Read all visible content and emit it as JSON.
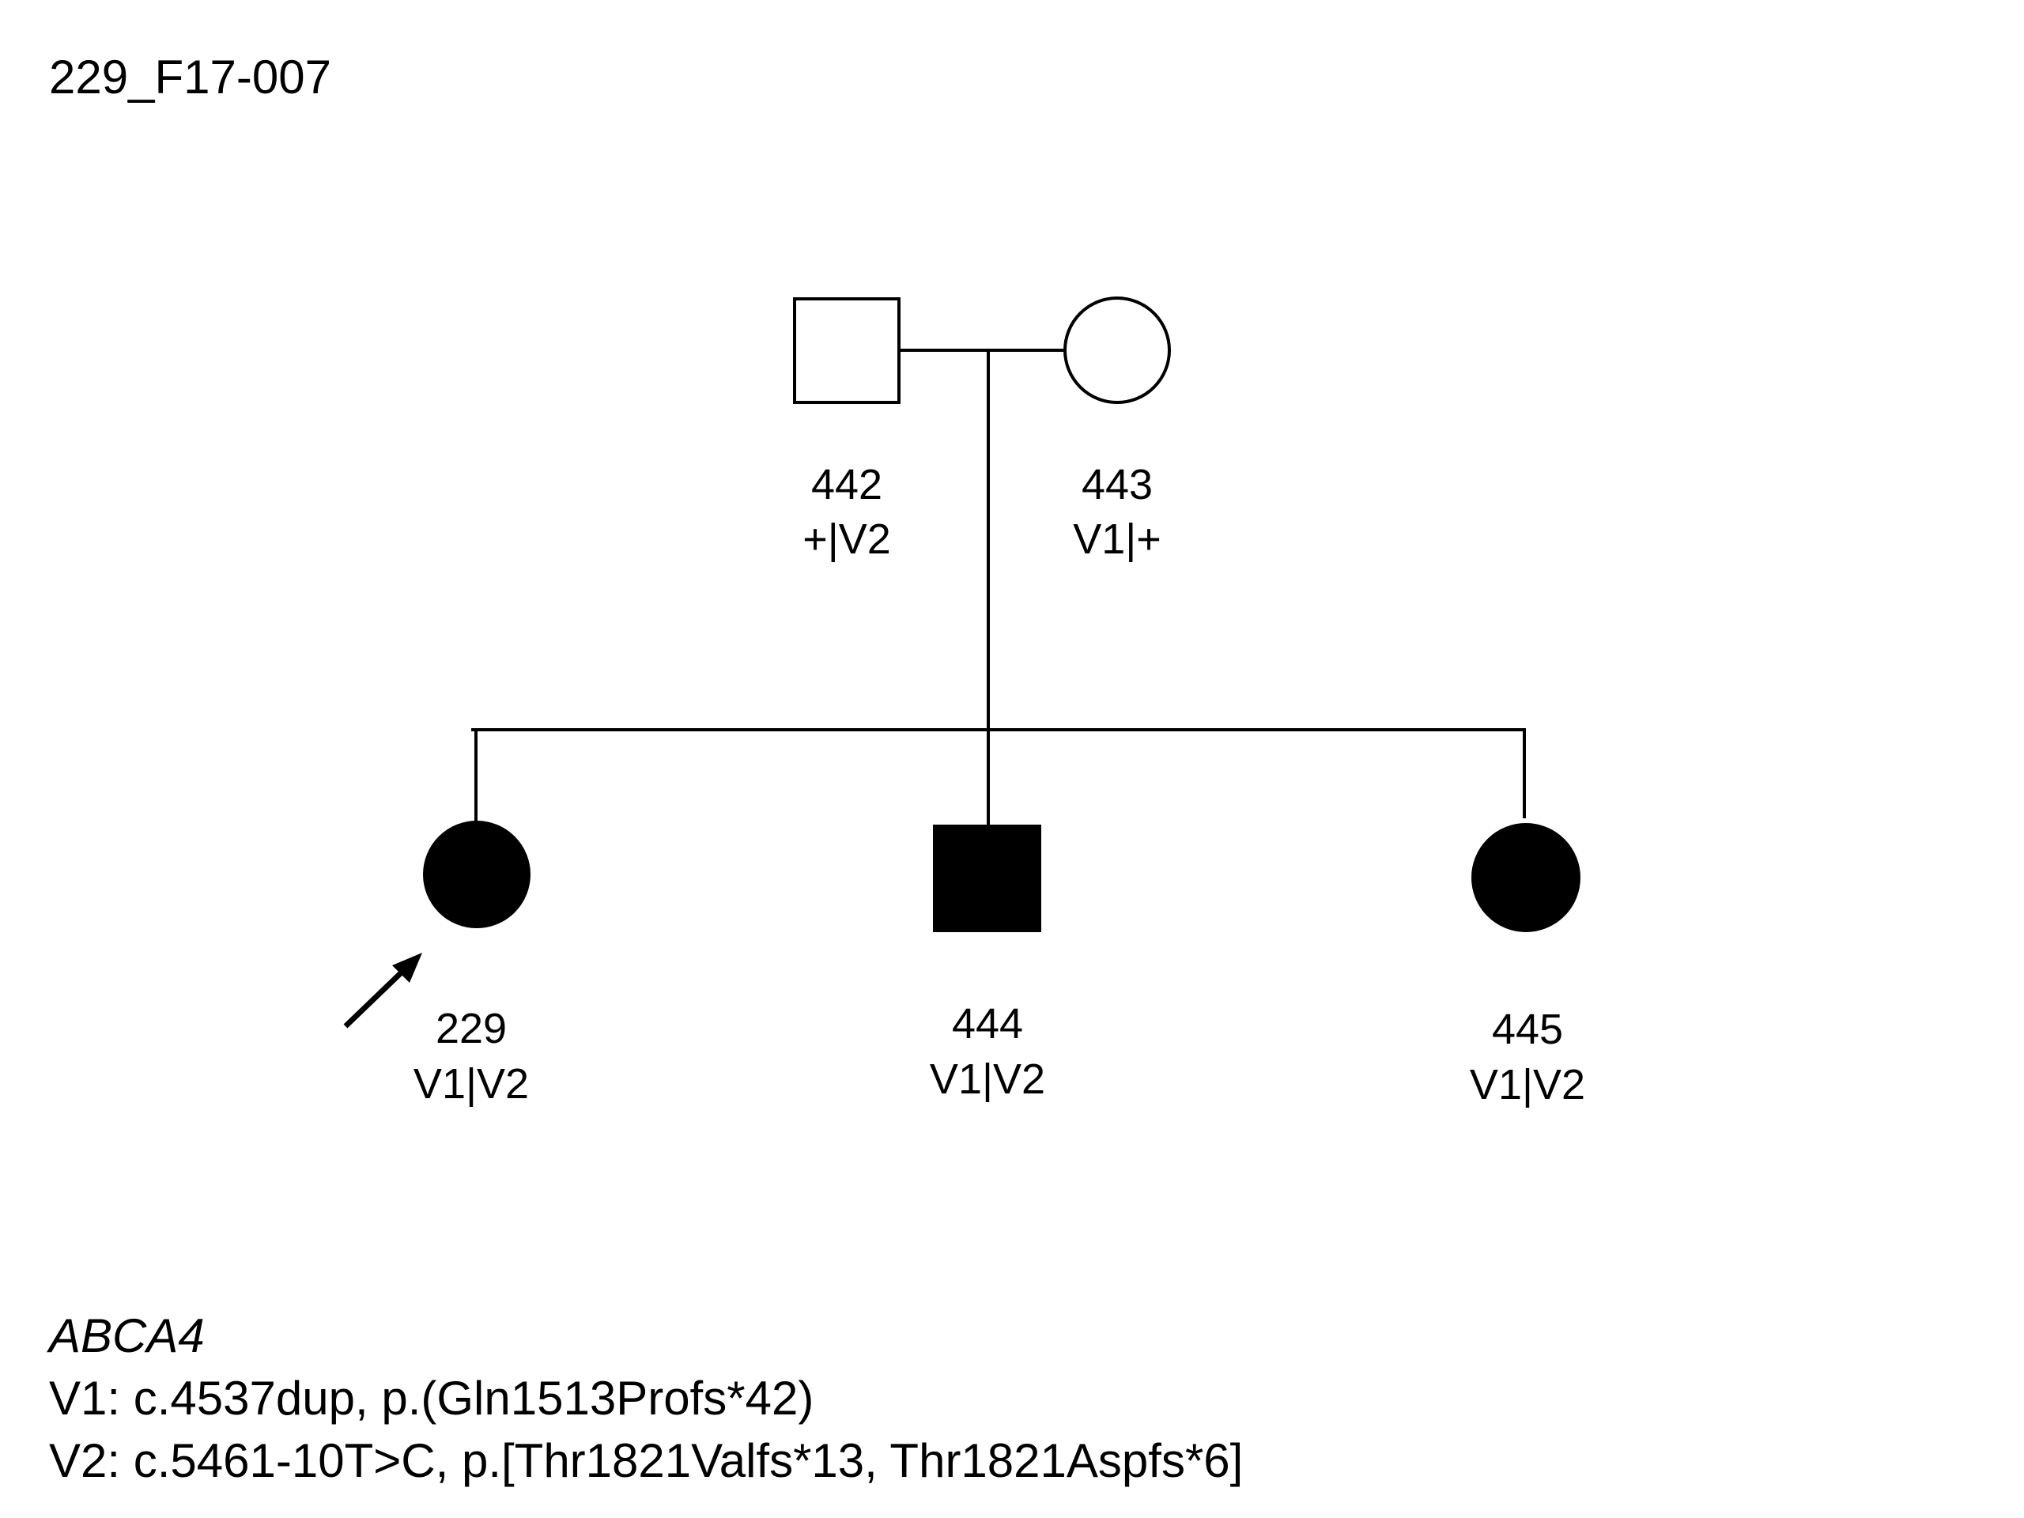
{
  "family_id": "229_F17-007",
  "individuals": [
    {
      "id": "442",
      "genotype": "+|V2",
      "sex": "male",
      "affected": false,
      "proband": false
    },
    {
      "id": "443",
      "genotype": "V1|+",
      "sex": "female",
      "affected": false,
      "proband": false
    },
    {
      "id": "229",
      "genotype": "V1|V2",
      "sex": "female",
      "affected": true,
      "proband": true
    },
    {
      "id": "444",
      "genotype": "V1|V2",
      "sex": "male",
      "affected": true,
      "proband": false
    },
    {
      "id": "445",
      "genotype": "V1|V2",
      "sex": "female",
      "affected": true,
      "proband": false
    }
  ],
  "legend": {
    "gene": "ABCA4",
    "variants": [
      "V1: c.4537dup, p.(Gln1513Profs*42)",
      "V2: c.5461-10T>C, p.[Thr1821Valfs*13, Thr1821Aspfs*6]"
    ]
  },
  "colors": {
    "affected_fill": "#000000",
    "unaffected_fill": "#ffffff",
    "stroke": "#000000"
  }
}
